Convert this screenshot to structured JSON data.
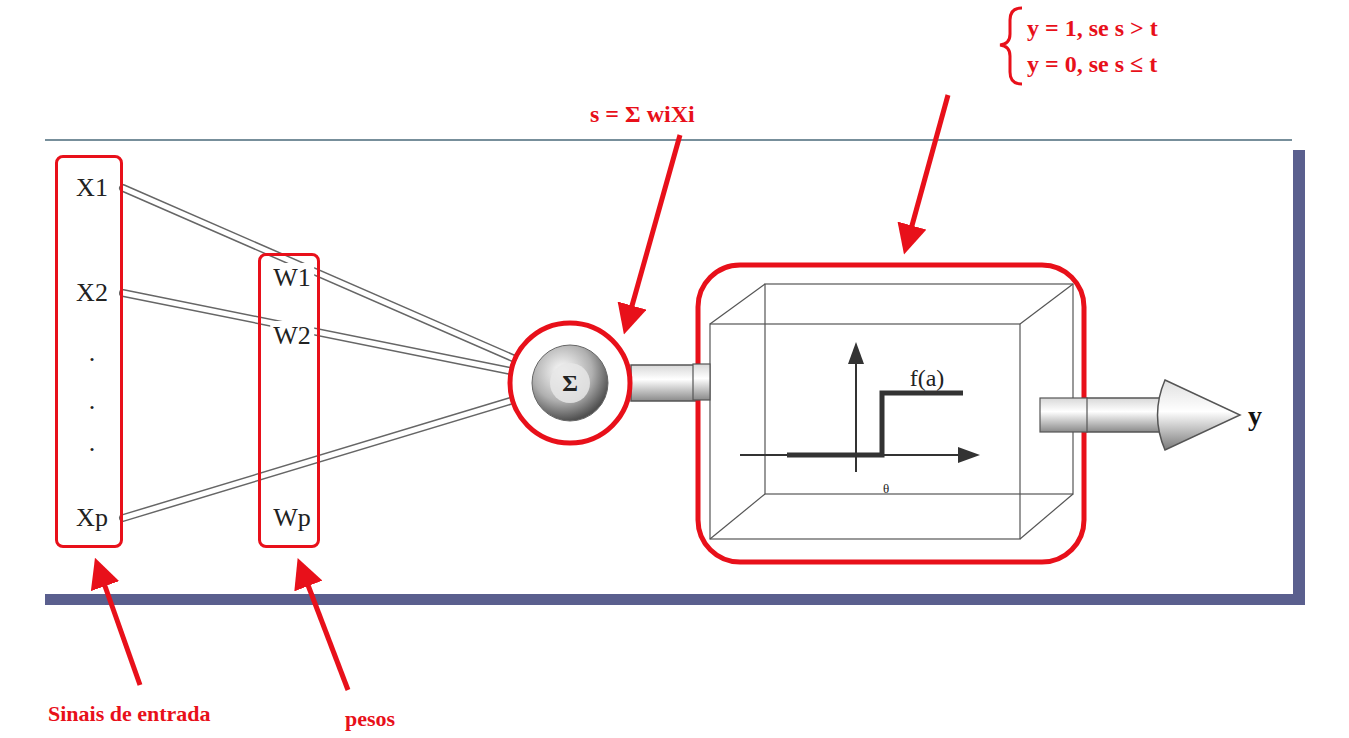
{
  "diagram": {
    "nodes": [
      {
        "text": [
          "X1",
          "X2",
          ".",
          ".",
          ".",
          "Xp"
        ]
      },
      {
        "text": [
          "W1",
          "W2",
          "Wp"
        ]
      },
      {
        "text": [
          "Σ"
        ]
      },
      {
        "text": [
          "f(a)",
          "θ"
        ]
      }
    ],
    "edges": [
      {
        "from": 0,
        "to": 2,
        "arrow": "none"
      },
      {
        "from": 0,
        "to": 2,
        "arrow": "none"
      },
      {
        "from": 0,
        "to": 2,
        "arrow": "none"
      },
      {
        "from": 2,
        "to": 3,
        "arrow": "none"
      }
    ],
    "labels": [
      "s = Σ wiXi",
      "y = 1, se s > t",
      "y = 0, se s ≤ t",
      "y",
      "Sinais de entrada",
      "pesos"
    ]
  }
}
